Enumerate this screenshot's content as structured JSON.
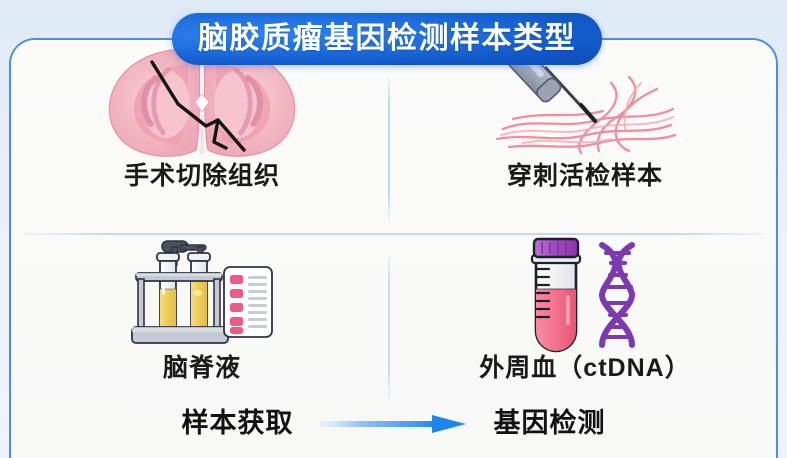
{
  "title": {
    "text": "脑胶质瘤基因检测样本类型",
    "pill_color": "#1a6fe0",
    "text_color": "#ffffff"
  },
  "card": {
    "border_color": "#4a8fe0",
    "background_color": "#f9f9f8"
  },
  "background_color": "#e7f0fa",
  "sample_types": [
    {
      "id": "surgical-resection",
      "label": "手术切除组织",
      "icon": "brain-histology-section-icon",
      "colors": {
        "tissue": "#f2b9c4",
        "tissue_light": "#f8d7de",
        "marker": "#111111"
      }
    },
    {
      "id": "needle-biopsy",
      "label": "穿刺活检样本",
      "icon": "biopsy-needle-icon",
      "colors": {
        "needle_body": "#9aa3b5",
        "needle_tip": "#2b2f38",
        "fibers": "#ef8e9c"
      }
    },
    {
      "id": "cerebrospinal-fluid",
      "label": "脑脊液",
      "icon": "test-tube-rack-icon",
      "colors": {
        "fluid": "#f2d565",
        "rack": "#c9cdd6",
        "report_marks": "#ec5a85"
      }
    },
    {
      "id": "peripheral-blood-ctdna",
      "label": "外周血（ctDNA）",
      "icon": "blood-tube-dna-icon",
      "colors": {
        "cap": "#a44bc4",
        "blood": "#f4748f",
        "dna": "#7c3ab0"
      }
    }
  ],
  "flow": {
    "from_label": "样本获取",
    "arrow_icon": "right-arrow-icon",
    "arrow_color": "#2b8cf0",
    "to_label": "基因检测"
  }
}
